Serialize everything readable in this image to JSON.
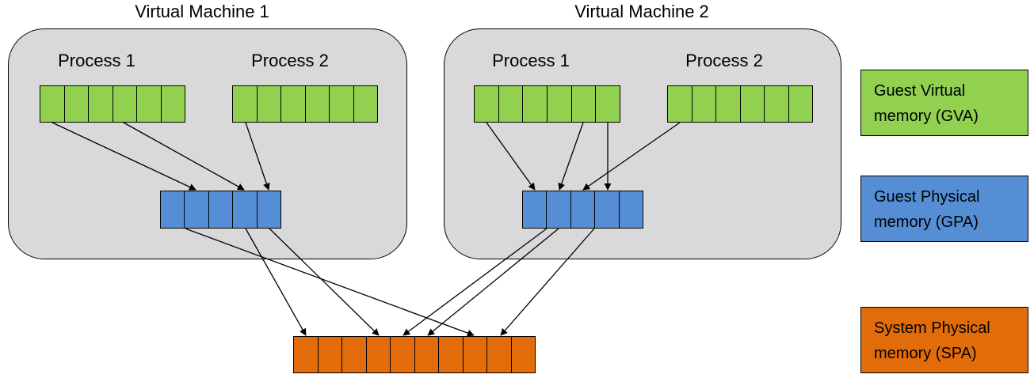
{
  "vm1": {
    "title": "Virtual Machine 1",
    "process1": "Process 1",
    "process2": "Process 2"
  },
  "vm2": {
    "title": "Virtual Machine 2",
    "process1": "Process 1",
    "process2": "Process 2"
  },
  "legend": {
    "gva": {
      "line1": "Guest Virtual",
      "line2": "memory (GVA)",
      "color": "#92d050"
    },
    "gpa": {
      "line1": "Guest Physical",
      "line2": "memory (GPA)",
      "color": "#558ed5"
    },
    "spa": {
      "line1": "System Physical",
      "line2": "memory (SPA)",
      "color": "#e36c0a"
    }
  },
  "colors": {
    "vm_background": "#d9d9d9",
    "arrow": "#000000"
  }
}
